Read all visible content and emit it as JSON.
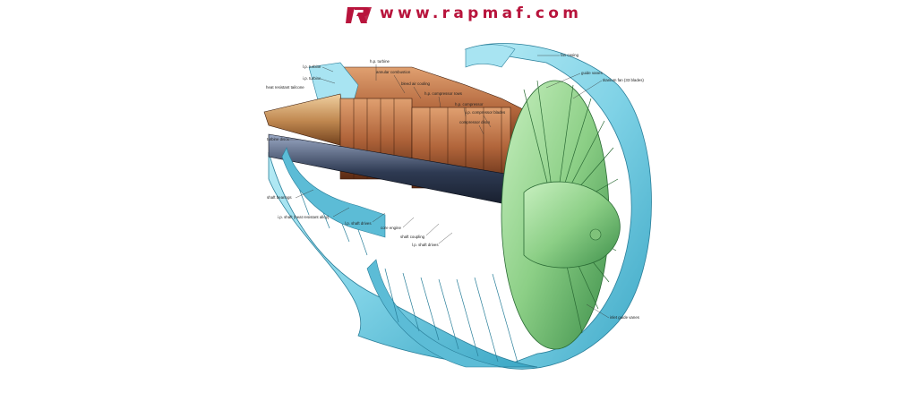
{
  "site": {
    "url": "www.rapmaf.com",
    "brand_color": "#b8143c"
  },
  "colors": {
    "casing_blue": "#7fd2e6",
    "casing_blue_dark": "#3aa6c4",
    "fan_green": "#8ccf86",
    "fan_green_dark": "#3d8f4a",
    "core_copper": "#b0643a",
    "core_copper_dark": "#5a2a14",
    "shaft_dark": "#2e3a52"
  },
  "labels": {
    "lp_turbine_1": "l.p. turbine",
    "ip_turbine": "i.p. turbine",
    "hp_turbine": "h.p. turbine",
    "annular_combustion": "annular combustion",
    "bleed_air_cooling": "bleed air cooling",
    "hp_compressor_rows": "h.p. compressor rows",
    "heat_resistant_tailcone": "heat resistant tailcone",
    "hp_compressor": "h.p. compressor",
    "ip_compressor_blades": "i.p. compressor blades",
    "compressor_discs": "compressor discs",
    "turbine_discs": "turbine discs",
    "fan_casing": "fan casing",
    "guide_vanes": "guide vanes",
    "titanium_fan": "titanium fan (33 blades)",
    "shaft_bearings": "shaft bearings",
    "ip_shaft_heat_resistant": "i.p. shaft (heat resistant alloy)",
    "lp_shaft_drives": "l.p. shaft drives",
    "core_engine": "core engine",
    "shaft_coupling": "shaft coupling",
    "lp_shaft_drives_2": "l.p. shaft drives",
    "inlet_guide_vanes": "inlet guide vanes"
  }
}
